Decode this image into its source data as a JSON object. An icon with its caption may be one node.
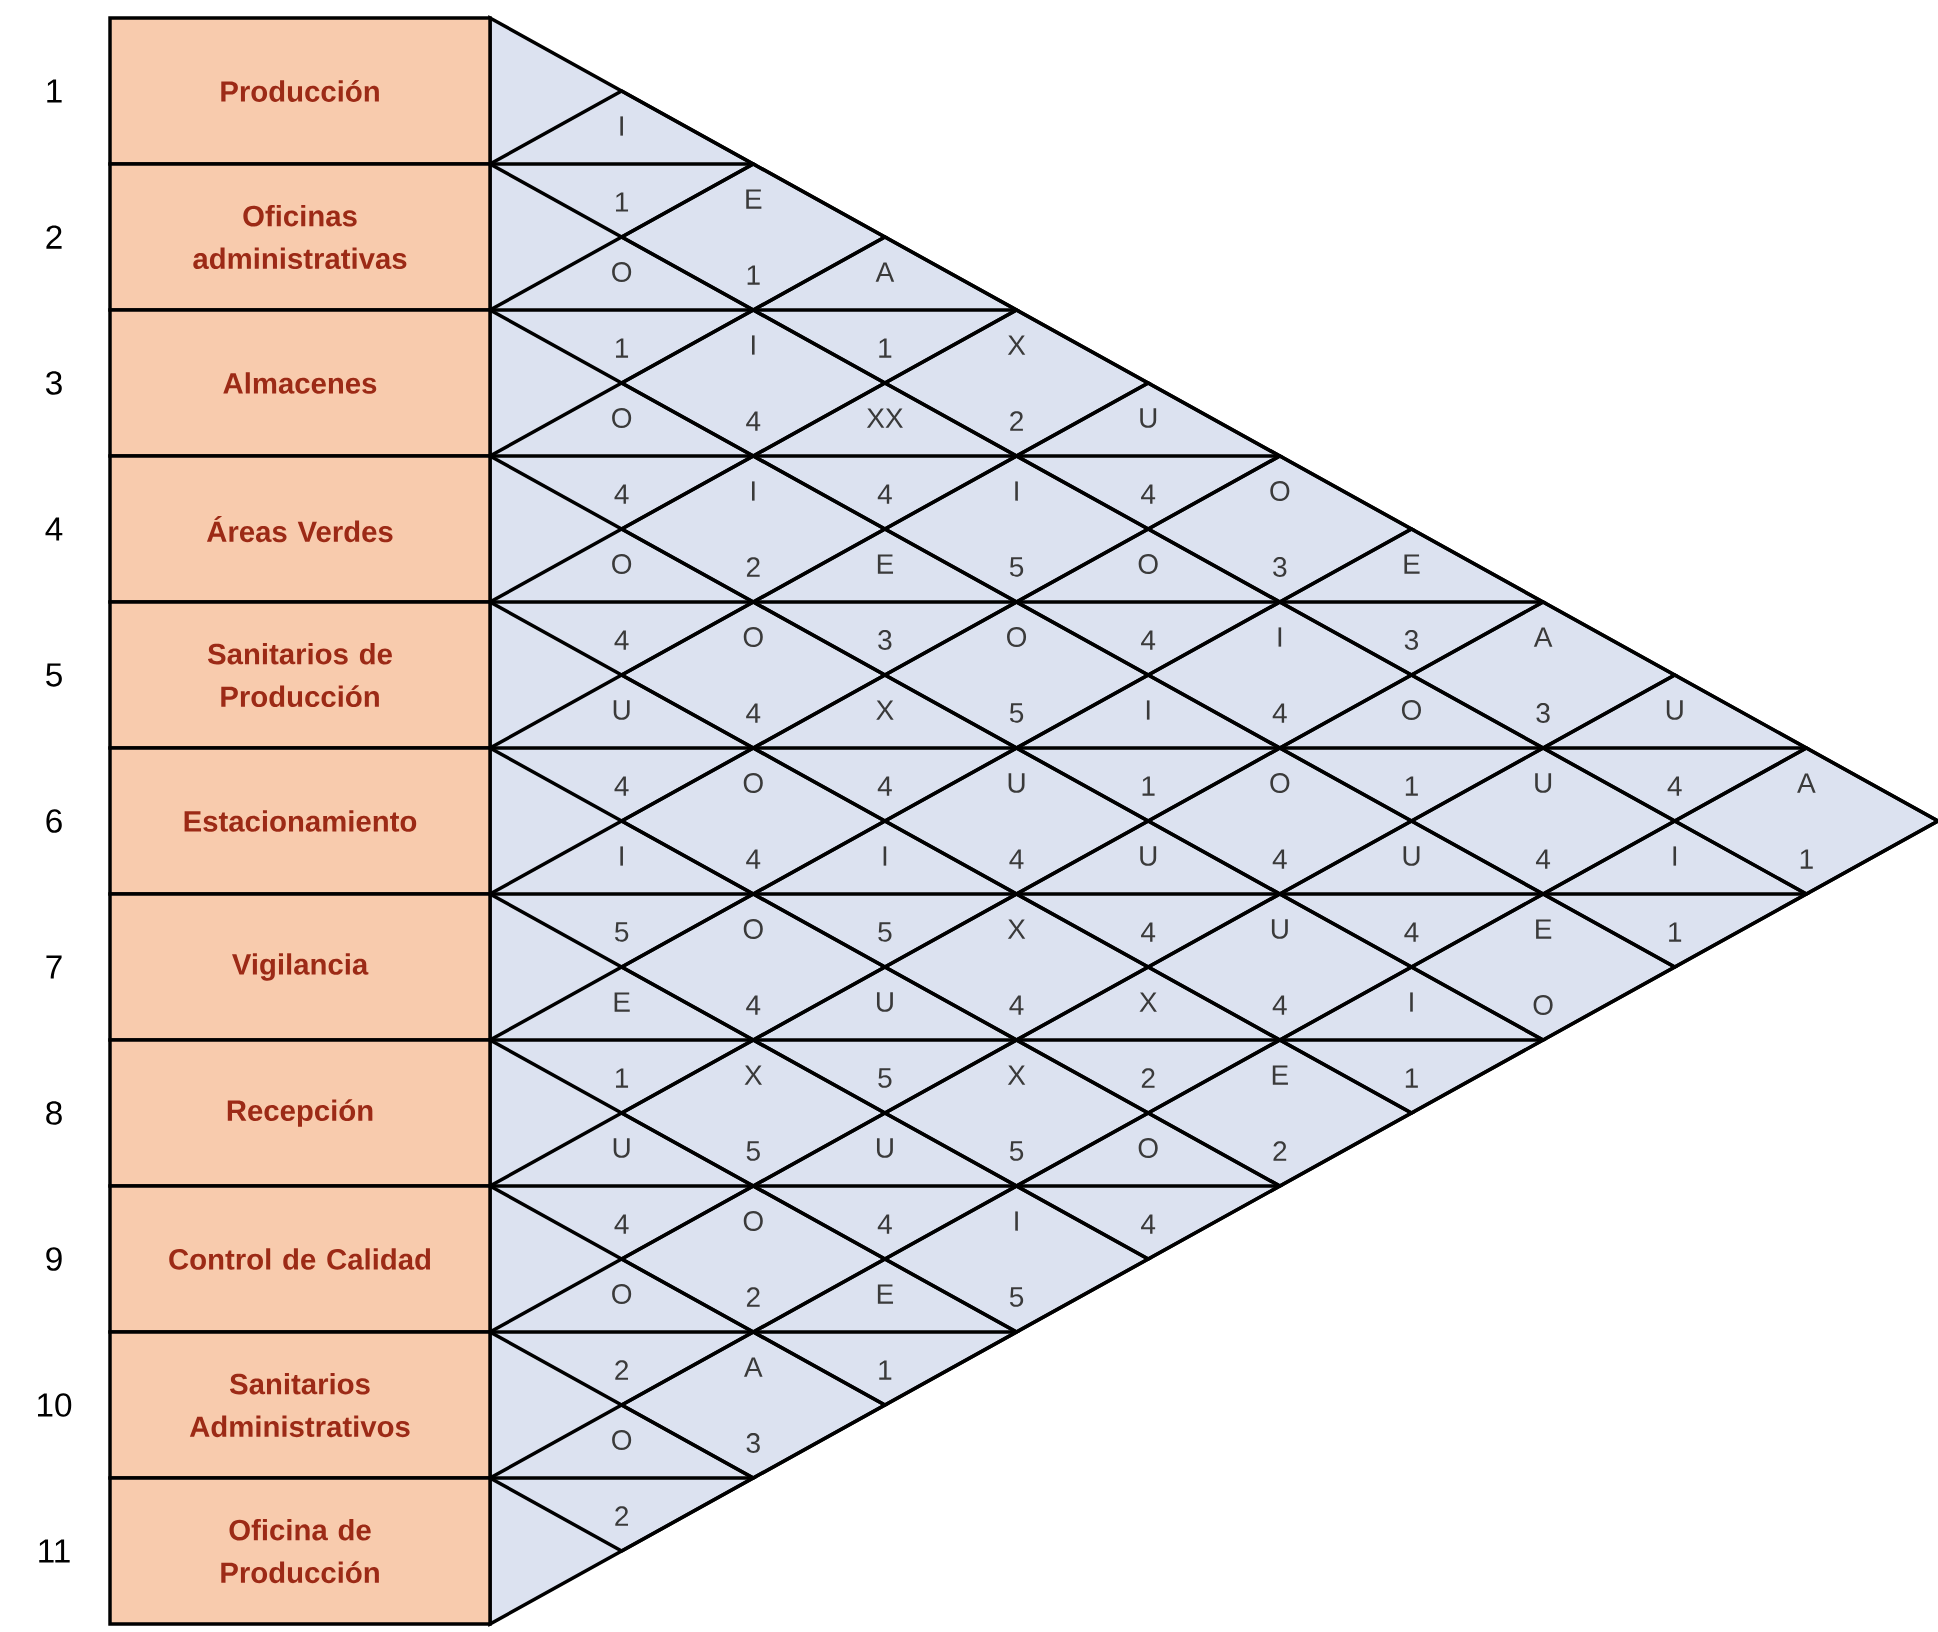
{
  "diagram": {
    "nodes": [
      {
        "text": [
          "Producción"
        ],
        "beside": [
          "1"
        ]
      },
      {
        "text": [
          "Oficinas administrativas"
        ],
        "beside": [
          "2"
        ]
      },
      {
        "text": [
          "Almacenes"
        ],
        "beside": [
          "3"
        ]
      },
      {
        "text": [
          "Áreas Verdes"
        ],
        "beside": [
          "4"
        ]
      },
      {
        "text": [
          "Sanitarios de Producción"
        ],
        "beside": [
          "5"
        ]
      },
      {
        "text": [
          "Estacionamiento"
        ],
        "beside": [
          "6"
        ]
      },
      {
        "text": [
          "Vigilancia"
        ],
        "beside": [
          "7"
        ]
      },
      {
        "text": [
          "Recepción"
        ],
        "beside": [
          "8"
        ]
      },
      {
        "text": [
          "Control de Calidad"
        ],
        "beside": [
          "9"
        ]
      },
      {
        "text": [
          "Sanitarios Administrativos"
        ],
        "beside": [
          "10"
        ]
      },
      {
        "text": [
          "Oficina de Producción"
        ],
        "beside": [
          "11"
        ]
      },
      {
        "text": [
          "I",
          "1"
        ]
      },
      {
        "text": [
          "O",
          "1"
        ]
      },
      {
        "text": [
          "O",
          "4"
        ]
      },
      {
        "text": [
          "O",
          "4"
        ]
      },
      {
        "text": [
          "U",
          "4"
        ]
      },
      {
        "text": [
          "I",
          "5"
        ]
      },
      {
        "text": [
          "E",
          "1"
        ]
      },
      {
        "text": [
          "U",
          "4"
        ]
      },
      {
        "text": [
          "O",
          "2"
        ]
      },
      {
        "text": [
          "O",
          "2"
        ]
      },
      {
        "text": [
          "E",
          "1"
        ]
      },
      {
        "text": [
          "I",
          "4"
        ]
      },
      {
        "text": [
          "I",
          "2"
        ]
      },
      {
        "text": [
          "O",
          "4"
        ]
      },
      {
        "text": [
          "O",
          "4"
        ]
      },
      {
        "text": [
          "O",
          "4"
        ]
      },
      {
        "text": [
          "X",
          "5"
        ]
      },
      {
        "text": [
          "O",
          "2"
        ]
      },
      {
        "text": [
          "A",
          "3"
        ]
      },
      {
        "text": [
          "A",
          "1"
        ]
      },
      {
        "text": [
          "XX",
          "4"
        ]
      },
      {
        "text": [
          "E",
          "3"
        ]
      },
      {
        "text": [
          "X",
          "4"
        ]
      },
      {
        "text": [
          "I",
          "5"
        ]
      },
      {
        "text": [
          "U",
          "5"
        ]
      },
      {
        "text": [
          "U",
          "4"
        ]
      },
      {
        "text": [
          "E",
          "1"
        ]
      },
      {
        "text": [
          "X",
          "2"
        ]
      },
      {
        "text": [
          "I",
          "5"
        ]
      },
      {
        "text": [
          "O",
          "5"
        ]
      },
      {
        "text": [
          "U",
          "4"
        ]
      },
      {
        "text": [
          "X",
          "4"
        ]
      },
      {
        "text": [
          "X",
          "5"
        ]
      },
      {
        "text": [
          "I",
          "5"
        ]
      },
      {
        "text": [
          "U",
          "4"
        ]
      },
      {
        "text": [
          "O",
          "4"
        ]
      },
      {
        "text": [
          "I",
          "1"
        ]
      },
      {
        "text": [
          "U",
          "4"
        ]
      },
      {
        "text": [
          "X",
          "2"
        ]
      },
      {
        "text": [
          "O",
          "4"
        ]
      },
      {
        "text": [
          "O",
          "3"
        ]
      },
      {
        "text": [
          "I",
          "4"
        ]
      },
      {
        "text": [
          "O",
          "4"
        ]
      },
      {
        "text": [
          "U",
          "4"
        ]
      },
      {
        "text": [
          "E",
          "2"
        ]
      },
      {
        "text": [
          "E",
          "3"
        ]
      },
      {
        "text": [
          "O",
          "1"
        ]
      },
      {
        "text": [
          "U",
          "4"
        ]
      },
      {
        "text": [
          "I",
          "1"
        ]
      },
      {
        "text": [
          "A",
          "3"
        ]
      },
      {
        "text": [
          "U",
          "4"
        ]
      },
      {
        "text": [
          "E",
          "O"
        ]
      },
      {
        "text": [
          "U",
          "4"
        ]
      },
      {
        "text": [
          "I",
          "1"
        ]
      },
      {
        "text": [
          "A",
          "1"
        ]
      }
    ]
  }
}
